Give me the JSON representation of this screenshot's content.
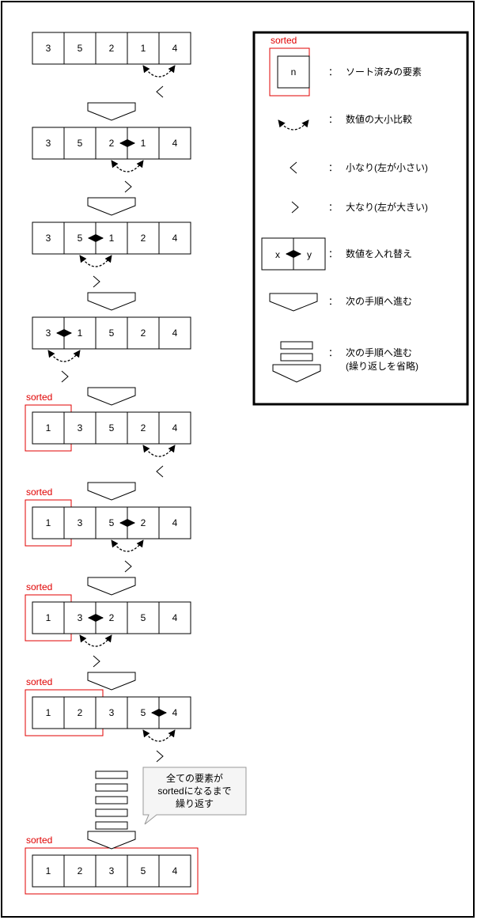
{
  "rows": [
    {
      "cells": [
        "3",
        "5",
        "2",
        "1",
        "4"
      ],
      "compare": [
        3,
        4
      ],
      "swap": null,
      "sign": "<",
      "sorted": 0
    },
    {
      "cells": [
        "3",
        "5",
        "2",
        "1",
        "4"
      ],
      "compare": [
        2,
        3
      ],
      "swap": [
        2,
        3
      ],
      "sign": ">",
      "sorted": 0
    },
    {
      "cells": [
        "3",
        "5",
        "1",
        "2",
        "4"
      ],
      "compare": [
        1,
        2
      ],
      "swap": [
        1,
        2
      ],
      "sign": ">",
      "sorted": 0
    },
    {
      "cells": [
        "3",
        "1",
        "5",
        "2",
        "4"
      ],
      "compare": [
        0,
        1
      ],
      "swap": [
        0,
        1
      ],
      "sign": ">",
      "sorted": 0
    },
    {
      "cells": [
        "1",
        "3",
        "5",
        "2",
        "4"
      ],
      "compare": [
        3,
        4
      ],
      "swap": null,
      "sign": "<",
      "sorted": 1
    },
    {
      "cells": [
        "1",
        "3",
        "5",
        "2",
        "4"
      ],
      "compare": [
        2,
        3
      ],
      "swap": [
        2,
        3
      ],
      "sign": ">",
      "sorted": 1
    },
    {
      "cells": [
        "1",
        "3",
        "2",
        "5",
        "4"
      ],
      "compare": [
        1,
        2
      ],
      "swap": [
        1,
        2
      ],
      "sign": ">",
      "sorted": 1
    },
    {
      "cells": [
        "1",
        "2",
        "3",
        "5",
        "4"
      ],
      "compare": [
        3,
        4
      ],
      "swap": [
        3,
        4
      ],
      "sign": ">",
      "sorted": 2
    },
    {
      "cells": [
        "1",
        "2",
        "3",
        "5",
        "4"
      ],
      "compare": null,
      "swap": null,
      "sign": null,
      "sorted": 5
    }
  ],
  "sorted_label": "sorted",
  "callout": {
    "lines": [
      "全ての要素が",
      "sortedになるまで",
      "繰り返す"
    ]
  },
  "legend": {
    "colon": "：",
    "sorted_label": "sorted",
    "sorted_sample": "n",
    "sorted_desc": "ソート済みの要素",
    "compare_desc": "数値の大小比較",
    "less_desc": "小なり(左が小さい)",
    "greater_desc": "大なり(左が大きい)",
    "swap_x": "x",
    "swap_y": "y",
    "swap_desc": "数値を入れ替え",
    "next_desc": "次の手順へ進む",
    "repeat_desc_1": "次の手順へ進む",
    "repeat_desc_2": "(繰り返しを省略)"
  },
  "colors": {
    "sorted": "#e00000",
    "line": "#000000",
    "callout_fill": "#f5f5f5",
    "callout_stroke": "#999999"
  }
}
